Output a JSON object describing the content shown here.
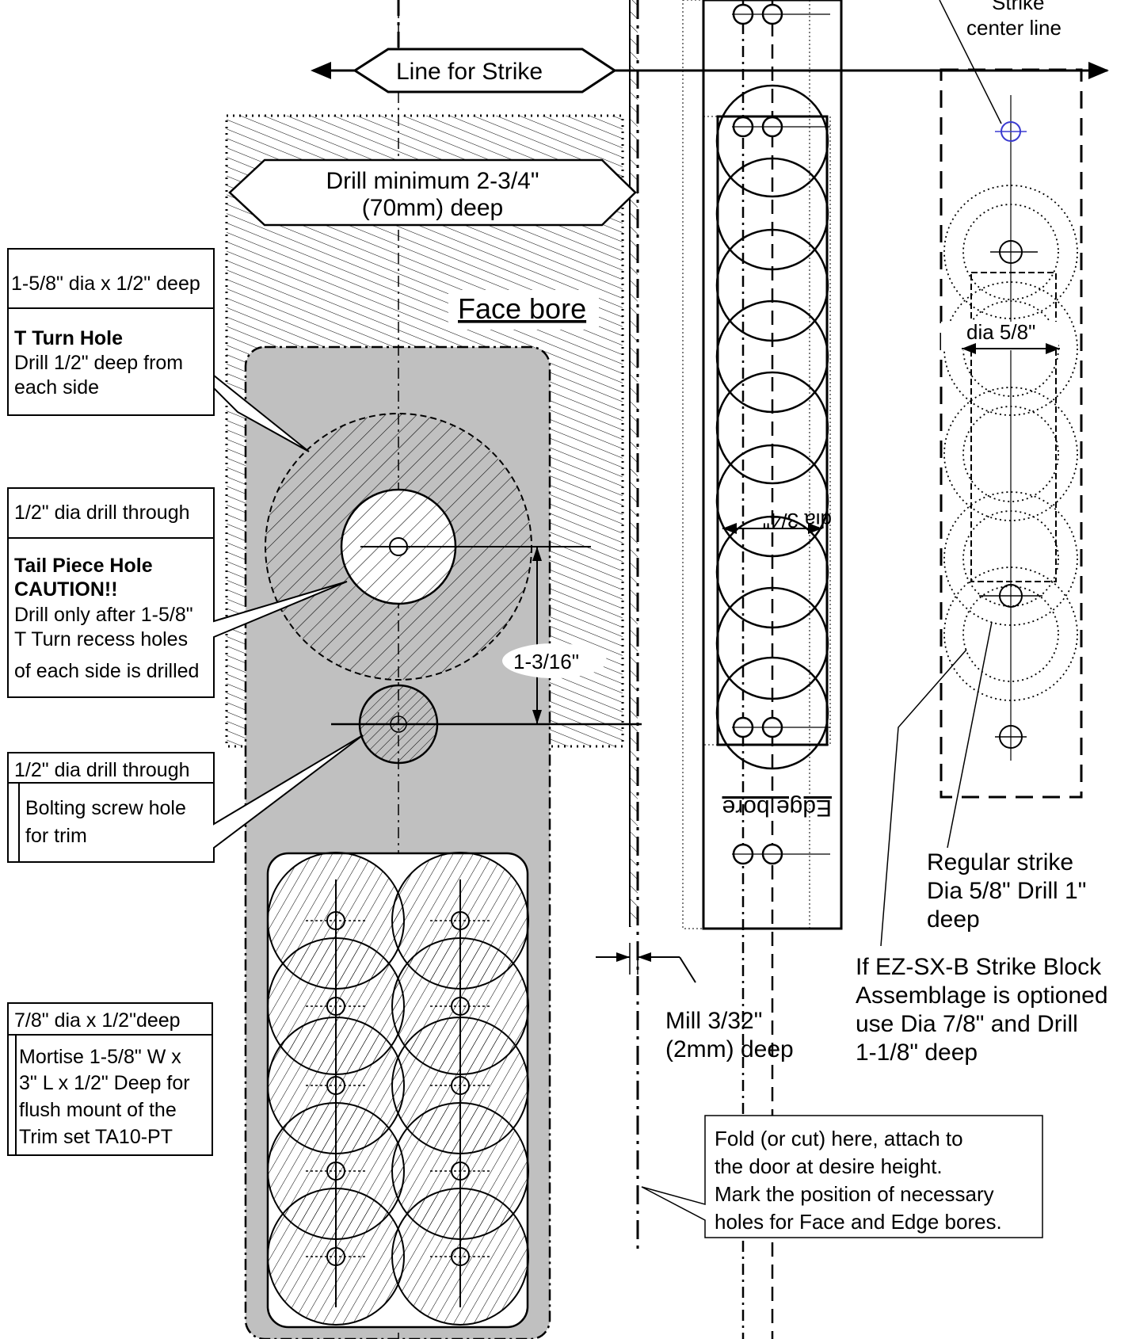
{
  "labels": {
    "strike_center_line_1": "Strike",
    "strike_center_line_2": "center line",
    "line_for_strike": "Line for Strike",
    "drill_min_1": "Drill minimum 2-3/4\"",
    "drill_min_2": "(70mm) deep",
    "face_bore": "Face bore",
    "edge_bore": "Edge bore",
    "dia_3_4": "dia 3/4\"",
    "dia_5_8": "dia 5/8\"",
    "dim_1_3_16": "1-3/16\"",
    "mill_1": "Mill 3/32\"",
    "mill_2": "(2mm) deep"
  },
  "callouts": {
    "t_turn": {
      "header": "1-5/8\" dia x 1/2\" deep",
      "title": "T Turn Hole",
      "lines": [
        "Drill 1/2\" deep from",
        "each side"
      ]
    },
    "tail_piece": {
      "header": "1/2\" dia drill through",
      "title_lines": [
        "Tail Piece Hole",
        "CAUTION!!"
      ],
      "lines": [
        "Drill only after 1-5/8\"",
        "T Turn recess holes",
        "of  each side is drilled"
      ]
    },
    "bolting": {
      "header": "1/2\" dia drill through",
      "lines": [
        "Bolting screw hole",
        "for trim"
      ]
    },
    "mortise": {
      "header": "7/8\" dia x 1/2\"deep",
      "lines": [
        "Mortise 1-5/8\" W x",
        "3\" L x 1/2\" Deep for",
        "flush mount of the",
        "Trim set TA10-PT"
      ]
    },
    "regular_strike": [
      "Regular strike",
      "Dia 5/8\" Drill 1\"",
      "deep"
    ],
    "ez_strike": [
      "If  EZ-SX-B Strike Block",
      "Assemblage is optioned",
      "use Dia 7/8\" and Drill",
      "1-1/8\" deep"
    ],
    "fold": [
      "Fold (or cut) here, attach to",
      "the door at desire height.",
      "Mark the position of necessary",
      "holes for Face and Edge bores."
    ]
  },
  "colors": {
    "plate_fill": "#c0c0c0",
    "line": "#000000",
    "strike_hole": "#3a3ad0"
  }
}
